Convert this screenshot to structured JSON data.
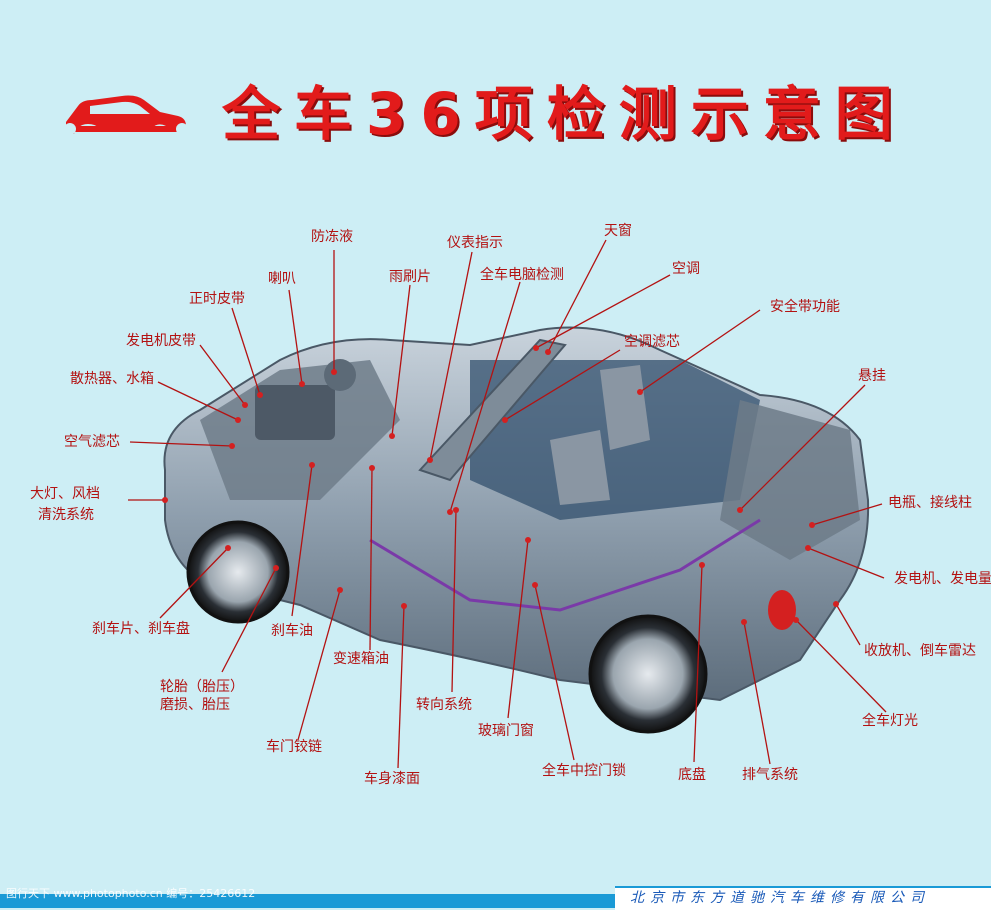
{
  "title": "全车36项检测示意图",
  "colors": {
    "title_red": "#e21b1b",
    "label_red": "#b31212",
    "background": "#cdeef5",
    "footer_blue": "#1a9ad6"
  },
  "labels": {
    "antifreeze": "防冻液",
    "dashboard": "仪表指示",
    "sunroof": "天窗",
    "computer_check": "全车电脑检测",
    "horn": "喇叭",
    "wiper": "雨刷片",
    "ac": "空调",
    "timing_belt": "正时皮带",
    "seatbelt": "安全带功能",
    "generator_belt": "发电机皮带",
    "ac_filter": "空调滤芯",
    "radiator": "散热器、水箱",
    "suspension": "悬挂",
    "air_filter": "空气滤芯",
    "headlight_washer_1": "大灯、风档",
    "headlight_washer_2": "清洗系统",
    "battery": "电瓶、接线柱",
    "generator_power": "发电机、发电量",
    "brake_pads": "刹车片、刹车盘",
    "brake_oil": "刹车油",
    "radio_radar": "收放机、倒车雷达",
    "trans_oil": "变速箱油",
    "tire_1": "轮胎（胎压）",
    "tire_2": "磨损、胎压",
    "steering": "转向系统",
    "all_lights": "全车灯光",
    "glass_door": "玻璃门窗",
    "door_hinge": "车门铰链",
    "central_lock": "全车中控门锁",
    "chassis": "底盘",
    "exhaust": "排气系统",
    "paint": "车身漆面"
  },
  "footer": {
    "watermark": "图行天下 www.photophoto.cn  编号：25426612",
    "company": "北京市东方道驰汽车维修有限公司"
  }
}
